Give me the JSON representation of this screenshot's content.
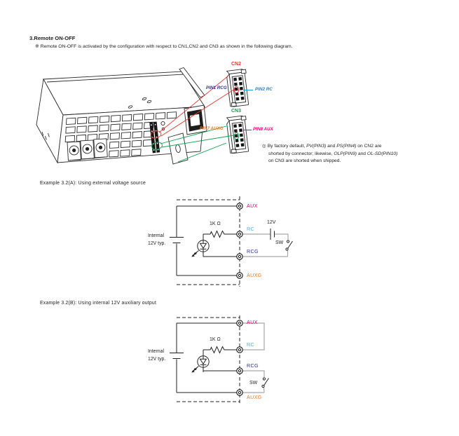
{
  "doc": {
    "title": "3.Remote ON-OFF",
    "note": "※ Remote ON-OFF is activated by the configuration with respect to CN1,CN2 and CN3 as shown in the following diagram."
  },
  "connector_callouts": {
    "cn2": "CN2",
    "cn3": "CN3",
    "pin1": "PIN1 RCG",
    "pin2": "PIN2 RC",
    "pin7": "PIN7 AUXG",
    "pin8": "PIN8 AUX"
  },
  "factory_note": {
    "l1a": "◎ By factory default, ",
    "l1b": "PV(PIN3)",
    "l1c": " and ",
    "l1d": "PS(PIN4)",
    "l1e": " on CN2 are",
    "l2a": "shorted by connector; likewise, ",
    "l2b": "OLP(PIN9)",
    "l2c": " and ",
    "l2d": "OL-SD(PIN10)",
    "l3": "on CN3 are shorted when shipped."
  },
  "example_a": {
    "caption": "Example 3.2(A): Using external voltage source",
    "internal_line1": "Internal",
    "internal_line2": "12V typ.",
    "resistor": "1K Ω",
    "ext_voltage": "12V",
    "switch": "SW",
    "terminal_aux": "AUX",
    "terminal_rc": "RC",
    "terminal_rcg": "RCG",
    "terminal_auxg": "AUXG"
  },
  "example_b": {
    "caption": "Example 3.2(B): Using internal 12V auxiliary output",
    "internal_line1": "Internal",
    "internal_line2": "12V typ.",
    "resistor": "1K Ω",
    "switch": "SW",
    "terminal_aux": "AUX",
    "terminal_rc": "RC",
    "terminal_rcg": "RCG",
    "terminal_auxg": "AUXG"
  },
  "colors": {
    "callout_red": "#e03a2f",
    "callout_green": "#0aa14e",
    "leader_cyan": "#12a3df",
    "magenta": "#e5007d",
    "navy": "#2e3192",
    "pin2_blue": "#2f7ec9",
    "rc_light_blue": "#58abe6",
    "orange": "#ef7f2e",
    "wire_gray": "#a8a8a8",
    "line_black": "#222222"
  }
}
